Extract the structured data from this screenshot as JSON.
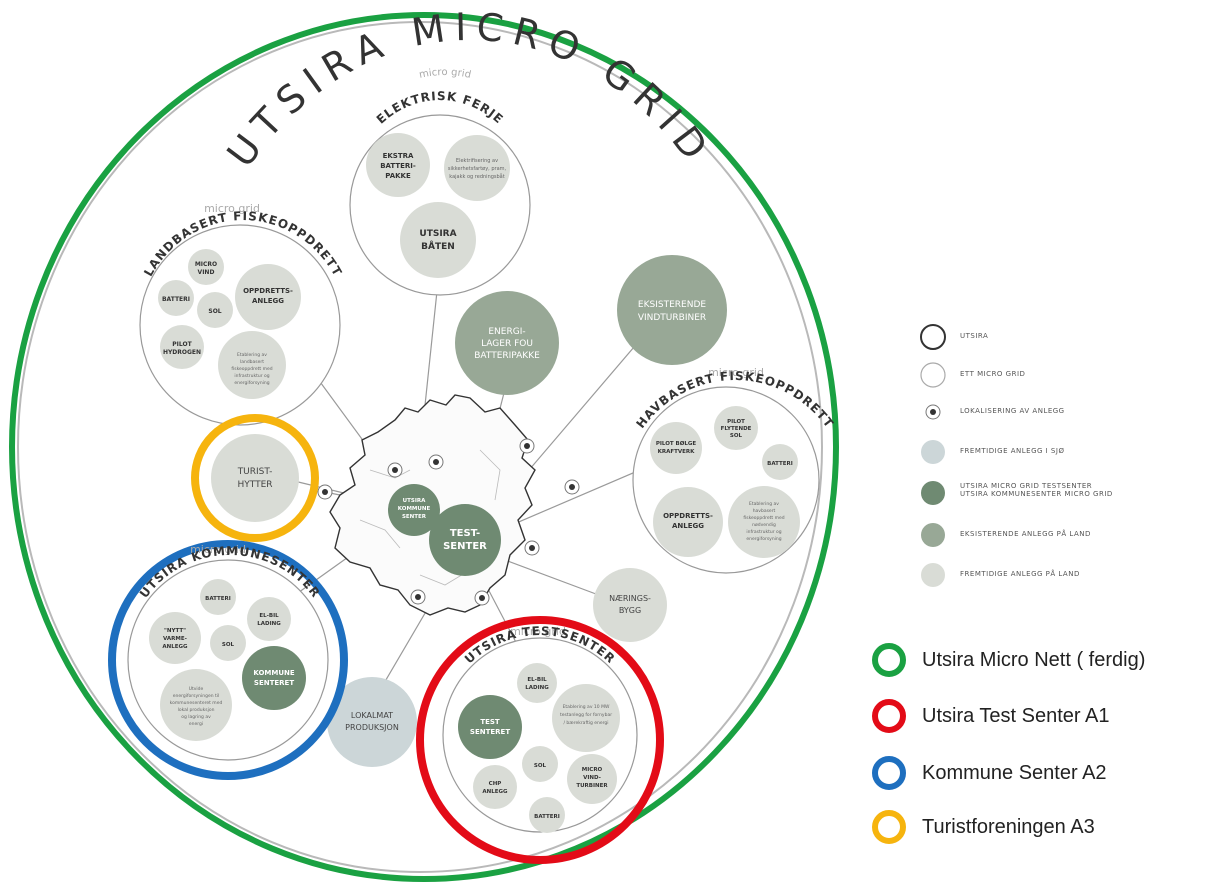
{
  "title": "UTSIRA MICRO GRID",
  "micro_grid_tag": "micro grid",
  "colors": {
    "green": "#1aa142",
    "red": "#e30b17",
    "blue": "#1e6fbf",
    "yellow": "#f6b40e",
    "dark_node": "#6f8a72",
    "medium_node": "#98a896",
    "light_land": "#d9dcd6",
    "light_sea": "#ccd6d8",
    "thin_line": "#9a9a9a"
  },
  "clusters": {
    "ferje": {
      "title": "ELEKTRISK FERJE",
      "extra": "EKSTRA BATTERI- PAKKE",
      "note": "Elektrifisering av sikkerhetsfartøy, pram, kajakk og redningsbåt",
      "baten": "UTSIRA BÅTEN"
    },
    "landbasert": {
      "title": "LANDBASERT FISKEOPPDRETT",
      "micro_vind": "MICRO VIND",
      "batteri": "BATTERI",
      "sol": "SOL",
      "oppdretts": "OPPDRETTS- ANLEGG",
      "pilot": "PILOT HYDROGEN",
      "note": "Etablering av landbasert fiskeoppdrett med nødvendig infrastruktur og energiforsyning"
    },
    "havbasert": {
      "title": "HAVBASERT FISKEOPPDRETT",
      "pilot_flytende": "PILOT FLYTENDE SOL",
      "pilot_bolge": "PILOT BØLGE KRAFTVERK",
      "batteri": "BATTERI",
      "oppdretts": "OPPDRETTS- ANLEGG",
      "note": "Etablering av havbasert fiskeoppdrett med nødvendig infrastruktur og energiforsyning"
    },
    "kommune": {
      "title": "UTSIRA KOMMUNESENTER",
      "batteri": "BATTERI",
      "nyt": "\"NYTT\" VARME- ANLEGG",
      "sol": "SOL",
      "elbil": "EL-BIL LADING",
      "kommune": "KOMMUNE SENTERET",
      "note": "Utvide energiforsyningen til kommunesenteret med lokal produksjon og lagring av energi"
    },
    "testsenter": {
      "title": "UTSIRA TESTSENTER",
      "elbil": "EL-BIL LADING",
      "test": "TEST SENTERET",
      "note": "Etablering av 10 MW testanlegg for fornybar / bærekraftig energi",
      "sol": "SOL",
      "chp": "CHP ANLEGG",
      "micro_vind": "MICRO VIND- TURBINER",
      "batteri": "BATTERI"
    }
  },
  "nodes": {
    "energilager": "ENERGI- LAGER FOU BATTERIPAKKE",
    "vindturbiner": "EKSISTERENDE VINDTURBINER",
    "turist": "TURIST- HYTTER",
    "naerings": "NÆRINGS- BYGG",
    "lokalmat": "LOKALMAT PRODUKSJON",
    "kommune_center": "UTSIRA KOMMUNE SENTER",
    "test_center": "TEST- SENTER"
  },
  "legend": [
    {
      "kind": "utsira",
      "label": "UTSIRA"
    },
    {
      "kind": "microgrid",
      "label": "ETT MICRO GRID"
    },
    {
      "kind": "lokal",
      "label": "LOKALISERING AV ANLEGG"
    },
    {
      "kind": "sea",
      "label": "FREMTIDIGE ANLEGG I SJØ"
    },
    {
      "kind": "dark",
      "label": "UTSIRA MICRO GRID TESTSENTER",
      "label2": "UTSIRA KOMMUNESENTER MICRO GRID"
    },
    {
      "kind": "medium",
      "label": "EKSISTERENDE ANLEGG PÅ LAND"
    },
    {
      "kind": "light",
      "label": "FREMTIDIGE ANLEGG PÅ LAND"
    }
  ],
  "highlight_legend": [
    {
      "color": "#1aa142",
      "label": "Utsira Micro Nett ( ferdig)"
    },
    {
      "color": "#e30b17",
      "label": "Utsira Test Senter A1"
    },
    {
      "color": "#1e6fbf",
      "label": "Kommune Senter A2"
    },
    {
      "color": "#f6b40e",
      "label": "Turistforeningen A3"
    }
  ]
}
